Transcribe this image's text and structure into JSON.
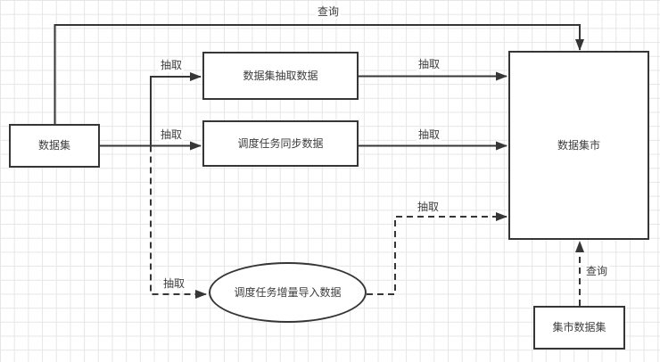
{
  "diagram": {
    "nodes": {
      "dataset": {
        "label": "数据集"
      },
      "extract_data": {
        "label": "数据集抽取数据"
      },
      "sync_data": {
        "label": "调度任务同步数据"
      },
      "incremental_import": {
        "label": "调度任务增量导入数据"
      },
      "data_mart": {
        "label": "数据集市"
      },
      "mart_dataset": {
        "label": "集市数据集"
      }
    },
    "edge_labels": {
      "query_top": "查询",
      "extract_to_extract_data": "抽取",
      "extract_to_sync_data": "抽取",
      "extract_data_to_mart": "抽取",
      "sync_data_to_mart": "抽取",
      "extract_to_incremental": "抽取",
      "incremental_to_mart": "抽取",
      "query_mart_dataset": "查询"
    },
    "colors": {
      "stroke": "#363636",
      "text": "#3d3d3d",
      "grid": "#e6e6e6",
      "background": "#ffffff",
      "node_fill": "#ffffff"
    }
  }
}
